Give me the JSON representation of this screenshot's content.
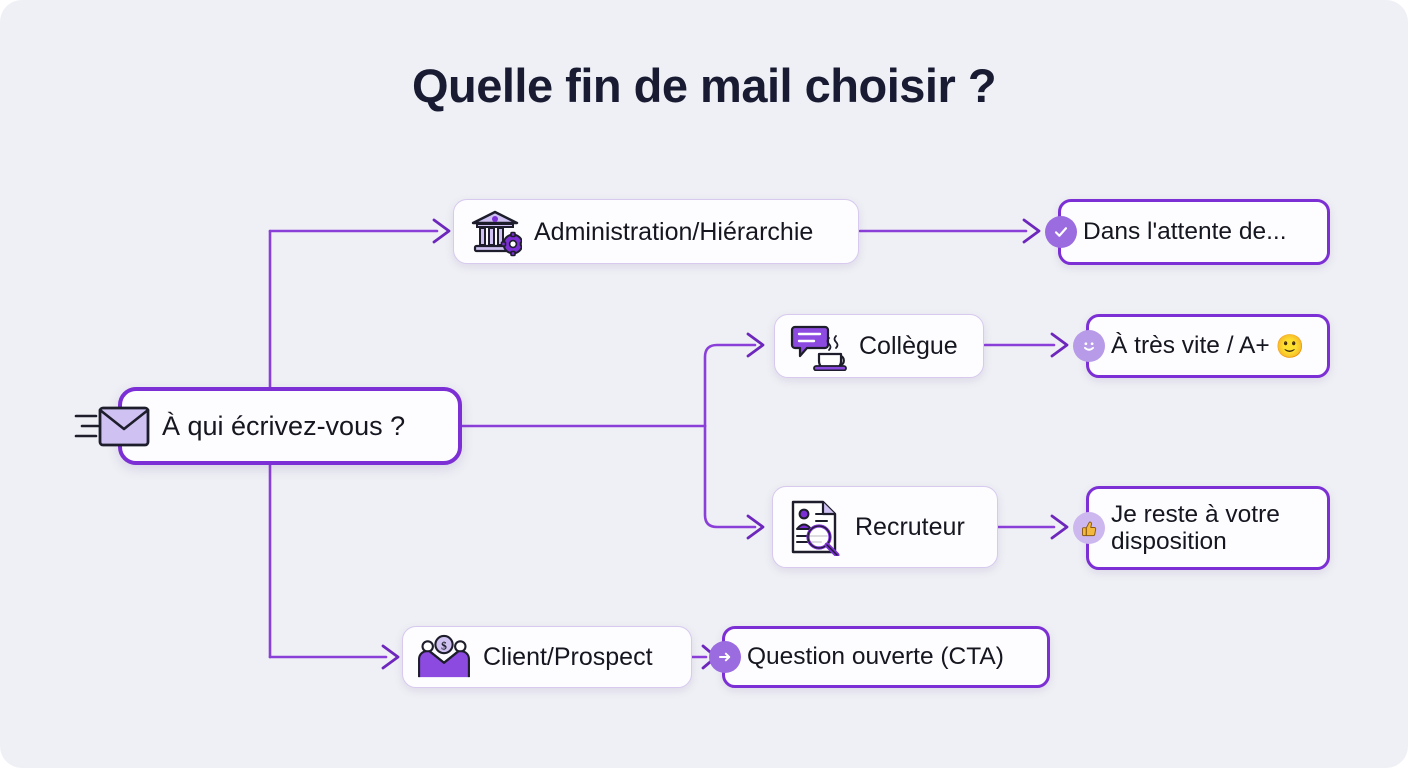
{
  "page": {
    "title": "Quelle fin de mail choisir ?",
    "background_color": "#eff0f5",
    "accent_color": "#7c2fd4",
    "title_color": "#191b33"
  },
  "diagram": {
    "type": "flowchart",
    "orientation": "left-to-right",
    "root": {
      "label": "À qui écrivez-vous ?",
      "icon": "flying-envelope-icon"
    },
    "branches": [
      {
        "id": "administration",
        "category": {
          "label": "Administration/Hiérarchie",
          "icon": "bank-gear-icon"
        },
        "outcome": {
          "label": "Dans l'attente de...",
          "icon": "check-circle-icon",
          "badge_color": "#9b6be0",
          "emoji": ""
        }
      },
      {
        "id": "collegue",
        "category": {
          "label": "Collègue",
          "icon": "speech-bubble-coffee-icon"
        },
        "outcome": {
          "label": "À très vite / A+",
          "icon": "smiley-circle-icon",
          "badge_color": "#b79ae8",
          "emoji": "🙂"
        }
      },
      {
        "id": "recruteur",
        "category": {
          "label": "Recruteur",
          "icon": "resume-magnifier-icon"
        },
        "outcome": {
          "label": "Je reste à votre\ndisposition",
          "icon": "thumbs-up-icon",
          "badge_color": "#cdb7ef",
          "emoji": ""
        }
      },
      {
        "id": "client",
        "category": {
          "label": "Client/Prospect",
          "icon": "handshake-money-icon"
        },
        "outcome": {
          "label": "Question ouverte (CTA)",
          "icon": "arrow-circle-icon",
          "badge_color": "#9b6be0",
          "emoji": ""
        }
      }
    ]
  }
}
